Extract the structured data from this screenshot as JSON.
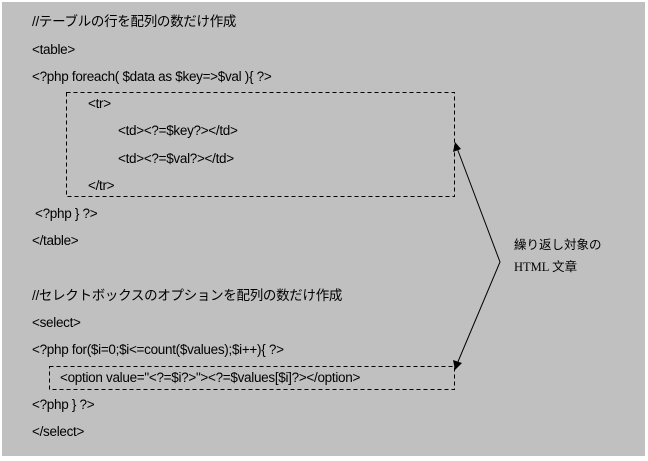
{
  "code_lines": [
    "//テーブルの行を配列の数だけ作成",
    "<table>",
    "<?php foreach( $data as $key=>$val ){ ?>",
    "<tr>",
    "<td><?=$key?></td>",
    "<td><?=$val?></td>",
    "</tr>",
    "<?php } ?>",
    "</table>",
    "//セレクトボックスのオプションを配列の数だけ作成",
    "<select>",
    "<?php for($i=0;$i<=count($values);$i++){ ?>",
    "<option value=\"<?=$i?>\"><?=$values[$i]?></option>",
    "<?php } ?>",
    "</select>"
  ],
  "annotation": {
    "line1": "繰り返し対象の",
    "line2": "HTML 文章"
  }
}
